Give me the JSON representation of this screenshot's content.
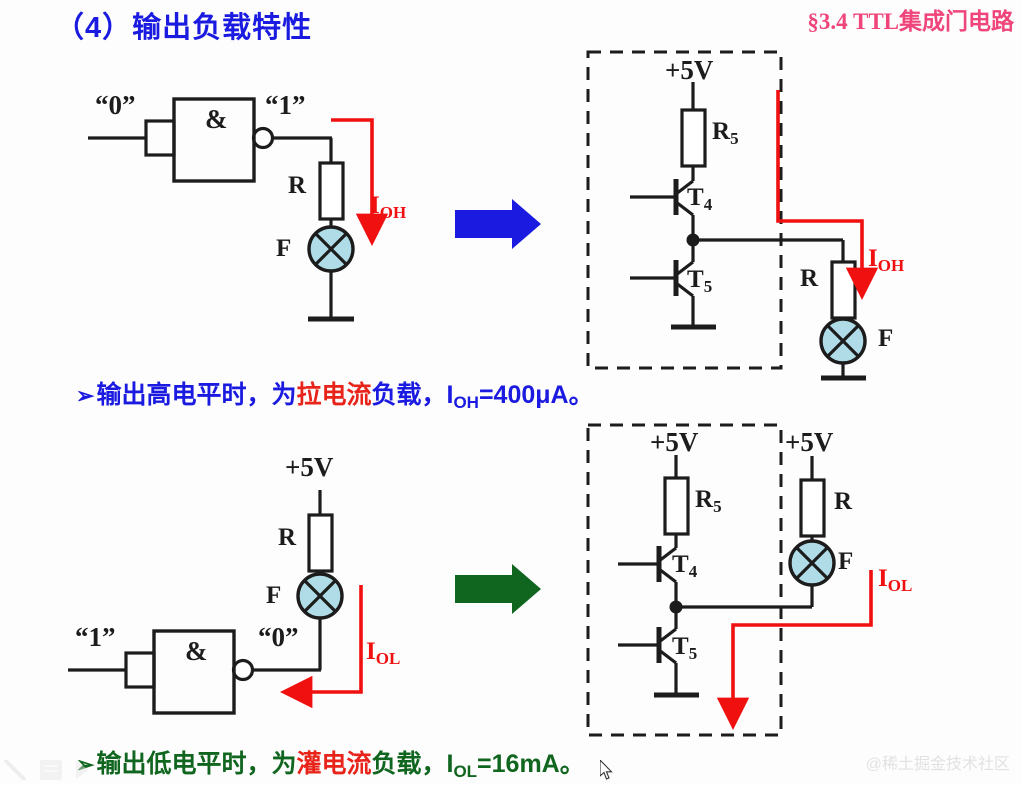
{
  "slide": {
    "title": "（4）输出负载特性",
    "section_header": "§3.4 TTL集成门电路",
    "watermark": "@稀土掘金技术社区",
    "title_color": "#1a1ae0",
    "header_color": "#f0457a",
    "lamp_fill": "#b0dce8",
    "current_arrow_color": "#f01010"
  },
  "top_row": {
    "arrow_color": "#1a1ae0",
    "left_circuit": {
      "input_label": "“0”",
      "gate_symbol": "&",
      "output_label": "“1”",
      "resistor_label": "R",
      "lamp_label": "F",
      "current_label": "I",
      "current_sub": "OH"
    },
    "right_circuit": {
      "supply_label": "+5V",
      "resistor5_label": "R",
      "resistor5_sub": "5",
      "transistor_upper": "T",
      "transistor_upper_sub": "4",
      "transistor_lower": "T",
      "transistor_lower_sub": "5",
      "resistor_label": "R",
      "lamp_label": "F",
      "current_label": "I",
      "current_sub": "OH"
    }
  },
  "caption_high": {
    "marker": "➢",
    "text_1": "输出高电平时，为",
    "highlight": "拉电流",
    "text_2": "负载，",
    "current_label": "I",
    "current_sub": "OH",
    "value": "=400μA。"
  },
  "bottom_row": {
    "arrow_color": "#10651f",
    "left_circuit": {
      "supply_label": "+5V",
      "resistor_label": "R",
      "lamp_label": "F",
      "input_label": "“1”",
      "gate_symbol": "&",
      "output_label": "“0”",
      "current_label": "I",
      "current_sub": "OL"
    },
    "right_circuit": {
      "supply_label_inner": "+5V",
      "supply_label_outer": "+5V",
      "resistor5_label": "R",
      "resistor5_sub": "5",
      "transistor_upper": "T",
      "transistor_upper_sub": "4",
      "transistor_lower": "T",
      "transistor_lower_sub": "5",
      "resistor_label": "R",
      "lamp_label": "F",
      "current_label": "I",
      "current_sub": "OL"
    }
  },
  "caption_low": {
    "marker": "➢",
    "text_1": "输出低电平时，为",
    "highlight": "灌电流",
    "text_2": "负载，",
    "current_label": "I",
    "current_sub": "OL",
    "value": "=16mA。"
  }
}
